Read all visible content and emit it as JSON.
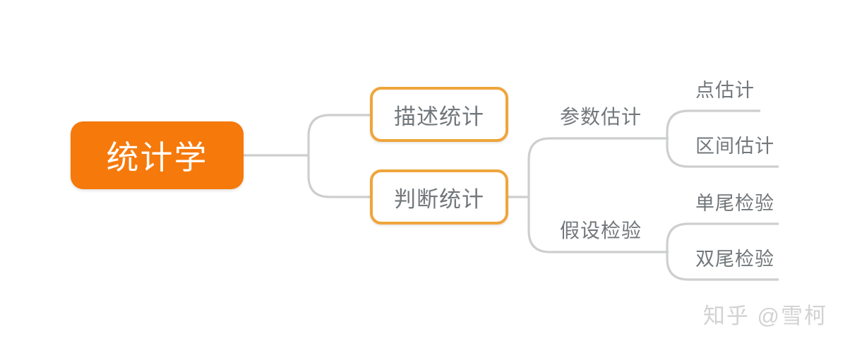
{
  "mindmap": {
    "root": {
      "label": "统计学"
    },
    "branches": [
      {
        "label": "描述统计",
        "children": []
      },
      {
        "label": "判断统计",
        "children": [
          {
            "label": "参数估计",
            "children": [
              {
                "label": "点估计"
              },
              {
                "label": "区间估计"
              }
            ]
          },
          {
            "label": "假设检验",
            "children": [
              {
                "label": "单尾检验"
              },
              {
                "label": "双尾检验"
              }
            ]
          }
        ]
      }
    ]
  },
  "watermark": {
    "text": "知乎 @雪柯"
  },
  "colors": {
    "root_fill": "#f6790b",
    "root_text": "#ffffff",
    "branch_border": "#efa53c",
    "node_text": "#72777b",
    "connector": "#cdcfce",
    "watermark_text": "#d2d2d2",
    "background": "#ffffff"
  }
}
